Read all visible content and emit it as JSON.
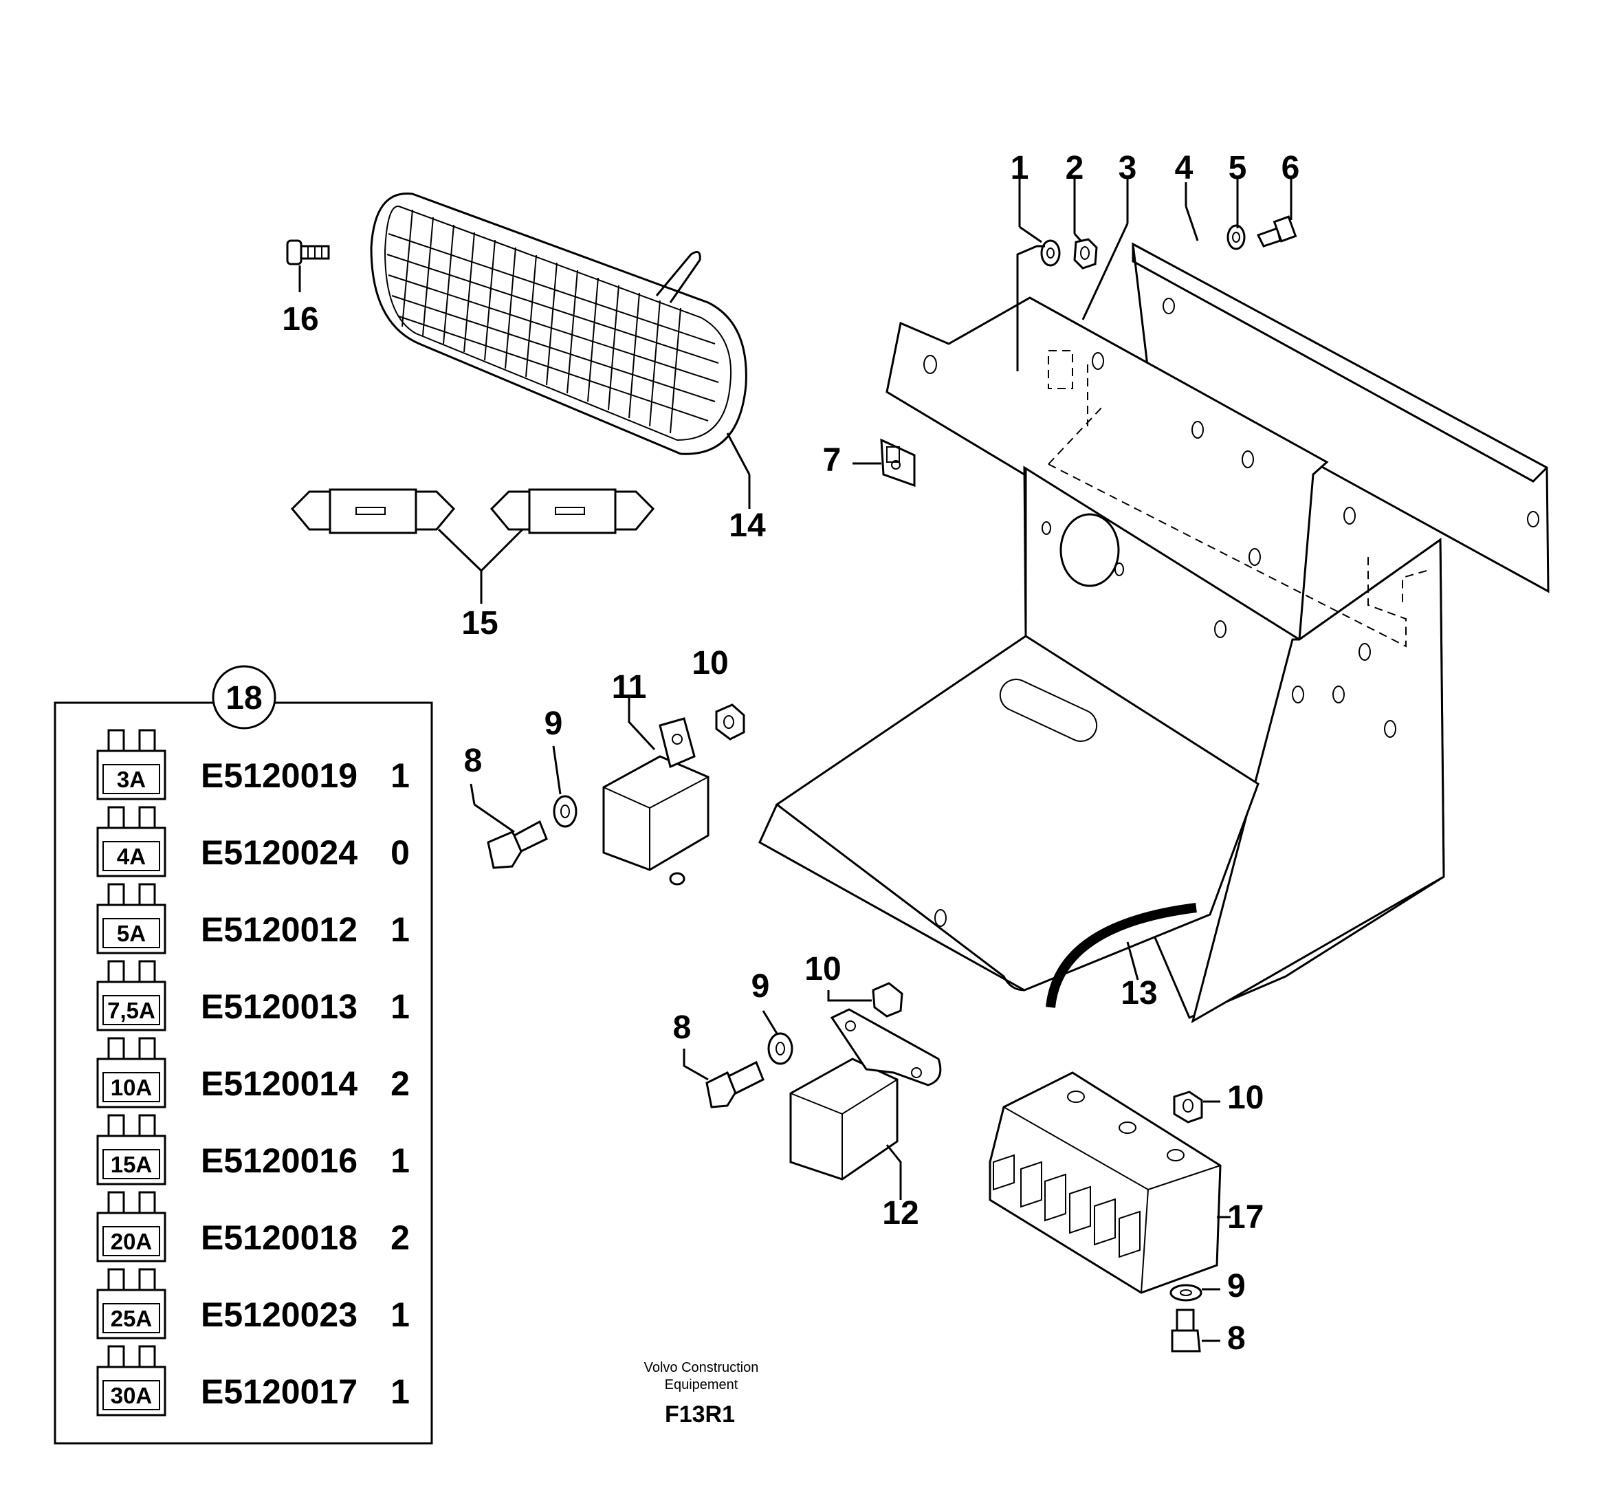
{
  "callouts": {
    "c1": "1",
    "c2": "2",
    "c3": "3",
    "c4": "4",
    "c5": "5",
    "c6": "6",
    "c7": "7",
    "c8a": "8",
    "c8b": "8",
    "c8c": "8",
    "c9a": "9",
    "c9b": "9",
    "c9c": "9",
    "c10a": "10",
    "c10b": "10",
    "c10c": "10",
    "c11": "11",
    "c12": "12",
    "c13": "13",
    "c14": "14",
    "c15": "15",
    "c16": "16",
    "c17": "17",
    "c18": "18"
  },
  "fuse_table": {
    "rows": [
      {
        "rating": "3A",
        "part_no": "E5120019",
        "qty": "1"
      },
      {
        "rating": "4A",
        "part_no": "E5120024",
        "qty": "0"
      },
      {
        "rating": "5A",
        "part_no": "E5120012",
        "qty": "1"
      },
      {
        "rating": "7,5A",
        "part_no": "E5120013",
        "qty": "1"
      },
      {
        "rating": "10A",
        "part_no": "E5120014",
        "qty": "2"
      },
      {
        "rating": "15A",
        "part_no": "E5120016",
        "qty": "1"
      },
      {
        "rating": "20A",
        "part_no": "E5120018",
        "qty": "2"
      },
      {
        "rating": "25A",
        "part_no": "E5120023",
        "qty": "1"
      },
      {
        "rating": "30A",
        "part_no": "E5120017",
        "qty": "1"
      }
    ]
  },
  "footer": {
    "line1": "Volvo Construction",
    "line2": "Equipement",
    "code": "F13R1"
  }
}
